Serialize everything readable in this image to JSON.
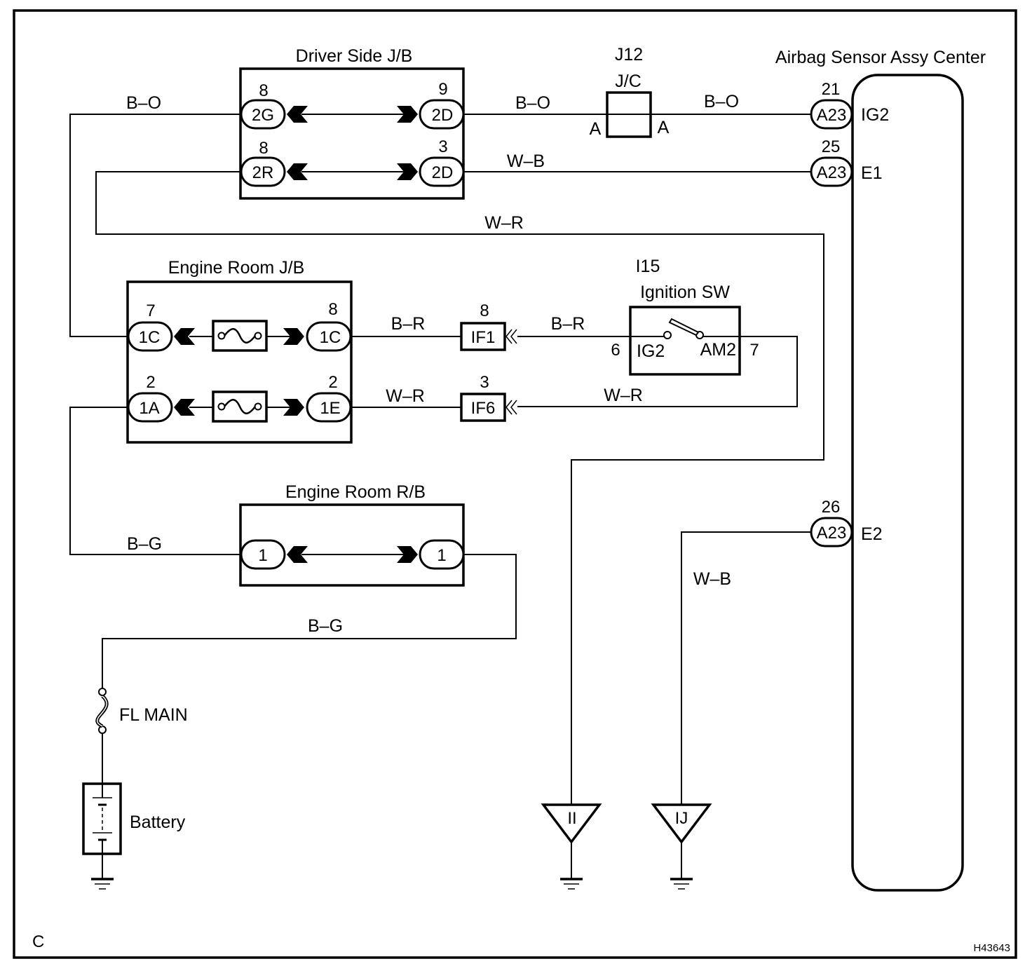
{
  "diagram": {
    "type": "wiring-diagram",
    "section_marker": "C",
    "figure_id": "H43643",
    "components": {
      "driver_jb": {
        "title": "Driver Side J/B",
        "connectors": [
          {
            "id": "2G",
            "pin": "8"
          },
          {
            "id": "2D",
            "pin": "9"
          },
          {
            "id": "2R",
            "pin": "8"
          },
          {
            "id": "2D",
            "pin": "3"
          }
        ]
      },
      "jc": {
        "code": "J12",
        "title": "J/C",
        "left_terminal": "A",
        "right_terminal": "A"
      },
      "airbag": {
        "title": "Airbag Sensor Assy Center",
        "terminals": [
          {
            "connector": "A23",
            "pin": "21",
            "name": "IG2"
          },
          {
            "connector": "A23",
            "pin": "25",
            "name": "E1"
          },
          {
            "connector": "A23",
            "pin": "26",
            "name": "E2"
          }
        ]
      },
      "engine_jb": {
        "title": "Engine Room J/B",
        "connectors": [
          {
            "id": "1C",
            "pin": "7"
          },
          {
            "id": "1C",
            "pin": "8"
          },
          {
            "id": "1A",
            "pin": "2"
          },
          {
            "id": "1E",
            "pin": "2"
          }
        ]
      },
      "ignition": {
        "code": "I15",
        "title": "Ignition SW",
        "left_pin": "6",
        "left_name": "IG2",
        "right_pin": "7",
        "right_name": "AM2"
      },
      "inline_connectors": [
        {
          "id": "IF1",
          "pin": "8"
        },
        {
          "id": "IF6",
          "pin": "3"
        }
      ],
      "engine_rb": {
        "title": "Engine Room R/B",
        "connectors": [
          {
            "id": "1"
          },
          {
            "id": "1"
          }
        ]
      },
      "fuse": {
        "label": "FL MAIN"
      },
      "battery": {
        "label": "Battery"
      },
      "grounds": [
        {
          "id": "II"
        },
        {
          "id": "IJ"
        }
      ]
    },
    "wires": {
      "bo_left": "B–O",
      "bo_mid": "B–O",
      "bo_right": "B–O",
      "wb_top": "W–B",
      "wr_top": "W–R",
      "br_left": "B–R",
      "br_right": "B–R",
      "wr_left": "W–R",
      "wr_right": "W–R",
      "bg_left": "B–G",
      "bg_bottom": "B–G",
      "wb_e2": "W–B"
    }
  }
}
